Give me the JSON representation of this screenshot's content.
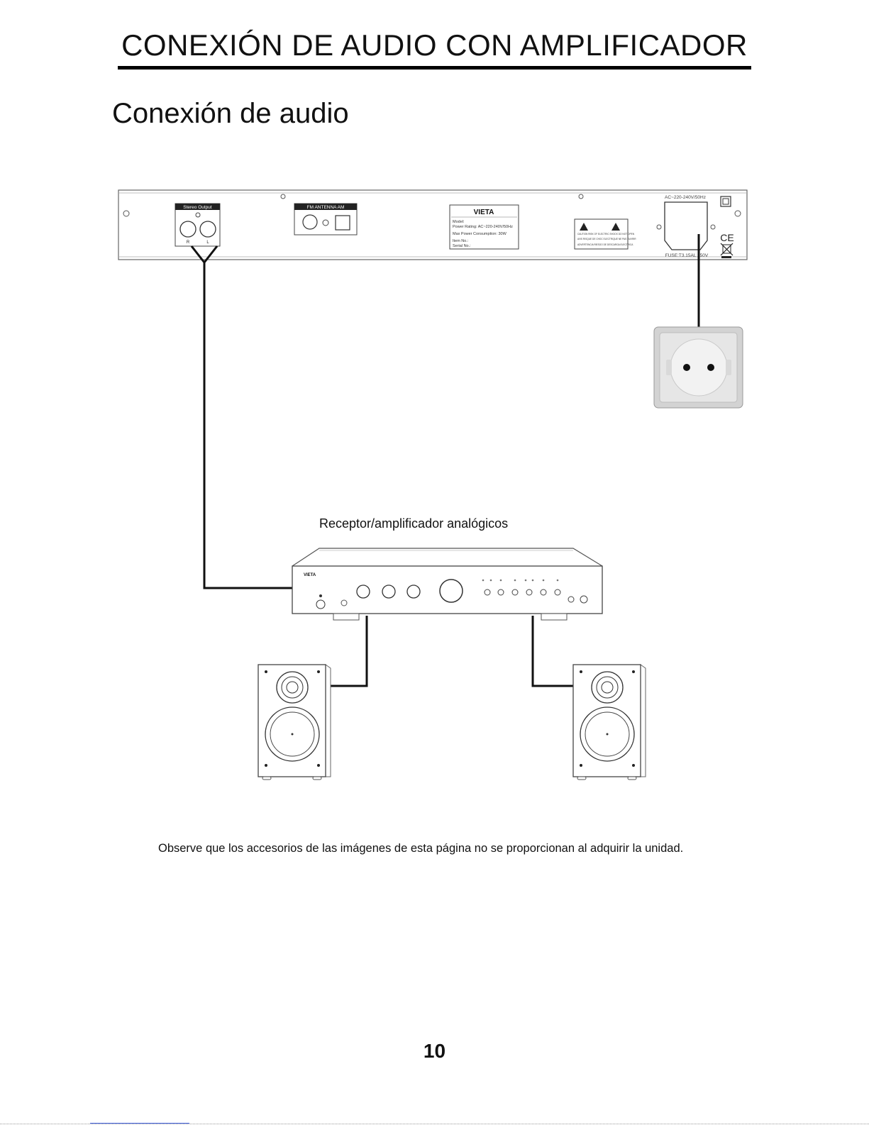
{
  "header": {
    "title": "CONEXIÓN DE AUDIO CON AMPLIFICADOR"
  },
  "section": {
    "title": "Conexión de audio"
  },
  "back_panel": {
    "stereo_output_label": "Stereo Output",
    "channel_right": "R",
    "channel_left": "L",
    "antenna_label": "FM   ANTENNA   AM",
    "brand": "VIETA",
    "rating_label_lines": [
      "Model:",
      "Power Rating: AC~220-240V/50Hz",
      "Max Power Consumption: 30W",
      "Item No.:",
      "Serial No.:"
    ],
    "warning_lines": [
      "CAUTION  RISK OF ELECTRIC SHOCK DO NOT OPEN",
      "AVIS  RISQUE DE CHOC ELECTRIQUE NE PAS OUVRIR",
      "ADVERTENCIA  RIESGO DE DESCARGA ELECTRICA"
    ],
    "power_rating": "AC~220-240V/50Hz",
    "fuse_label": "FUSE:T3.15AL 250V",
    "ce_mark": "CE"
  },
  "amplifier": {
    "caption": "Receptor/amplificador analógicos",
    "brand": "VIETA"
  },
  "footer": {
    "note": "Observe que los accesorios de las imágenes de esta página no se proporcionan al adquirir la unidad.",
    "page_number": "10"
  },
  "colors": {
    "ink": "#111111",
    "rule": "#000000",
    "device_stroke": "#555555",
    "socket_frame": "#d4d4d4",
    "socket_face": "#eeeeee"
  }
}
